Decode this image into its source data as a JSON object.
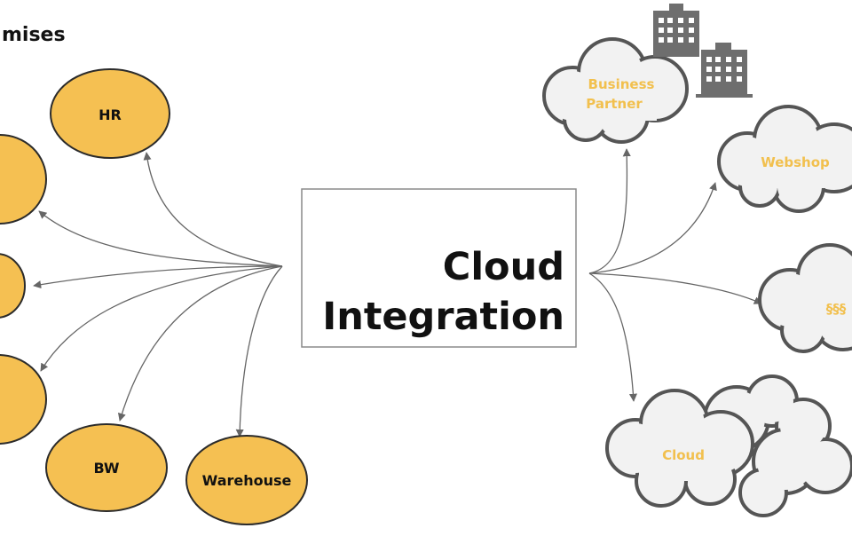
{
  "section_label": "mises",
  "center": {
    "line1": "Cloud",
    "line2": "Integration"
  },
  "on_premises": [
    {
      "id": "hr",
      "label": "HR"
    },
    {
      "id": "node-2",
      "label": ""
    },
    {
      "id": "node-3",
      "label": ""
    },
    {
      "id": "node-4",
      "label": ""
    },
    {
      "id": "bw",
      "label": "BW"
    },
    {
      "id": "warehouse",
      "label": "Warehouse"
    }
  ],
  "cloud_systems": [
    {
      "id": "business-partner",
      "label_line1": "Business",
      "label_line2": "Partner"
    },
    {
      "id": "webshop",
      "label": "Webshop"
    },
    {
      "id": "sss",
      "label": "§§§"
    },
    {
      "id": "cloud",
      "label": "Cloud"
    }
  ],
  "colors": {
    "node_fill": "#f5c052",
    "node_stroke": "#2b2b2b",
    "cloud_fill": "#f2f2f2",
    "cloud_stroke": "#555555",
    "cloud_text": "#f2c04e",
    "arrow": "#666666",
    "box_stroke": "#8a8a8a"
  },
  "icons": [
    "building-icon",
    "building-icon"
  ]
}
